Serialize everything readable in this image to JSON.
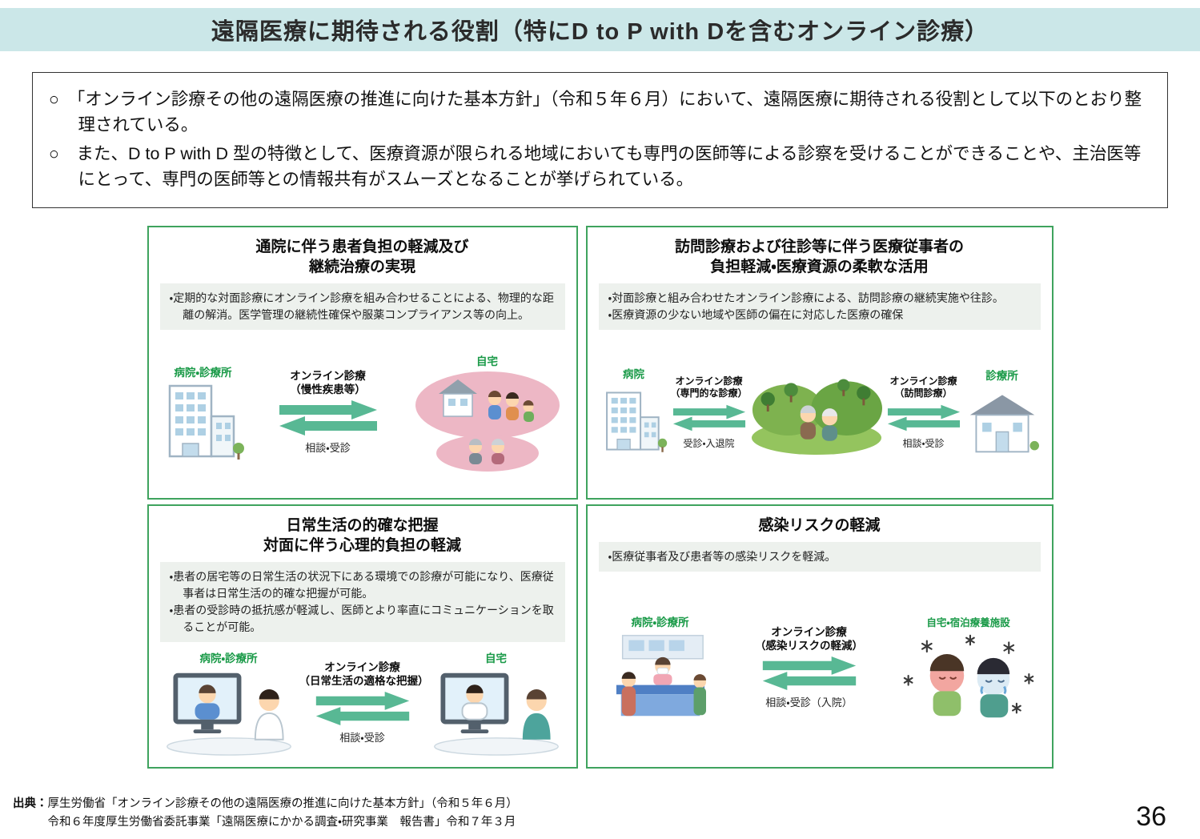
{
  "page": {
    "title": "遠隔医療に期待される役割（特にD to P with Dを含むオンライン診療）",
    "page_number": "36"
  },
  "colors": {
    "header_bg": "#cbe7e8",
    "panel_border": "#3fa35e",
    "label_green": "#1a9a48",
    "arrow_teal": "#58b894"
  },
  "summary_box": {
    "bullets": [
      "○　「オンライン診療その他の遠隔医療の推進に向けた基本方針」（令和５年６月）において、遠隔医療に期待される役割として以下のとおり整理されている。",
      "○　また、D to P with D 型の特徴として、医療資源が限られる地域においても専門の医師等による診察を受けることができることや、主治医等にとって、専門の医師等との情報共有がスムーズとなることが挙げられている。"
    ]
  },
  "panels": [
    {
      "title": "通院に伴う患者負担の軽減及び\n継続治療の実現",
      "bullets": [
        "・定期的な対面診療にオンライン診療を組み合わせることによる、物理的な距離の解消。医学管理の継続性確保や服薬コンプライアンス等の向上。"
      ],
      "left_label": "病院・診療所",
      "arrow_top_label": "オンライン診療\n（慢性疾患等）",
      "arrow_bottom_label": "相談・受診",
      "right_label": "自宅"
    },
    {
      "title": "訪問診療および往診等に伴う医療従事者の\n負担軽減・医療資源の柔軟な活用",
      "bullets": [
        "・対面診療と組み合わせたオンライン診療による、訪問診療の継続実施や往診。",
        "・医療資源の少ない地域や医師の偏在に対応した医療の確保"
      ],
      "left_label": "病院",
      "arrow1_top_label": "オンライン診療\n（専門的な診療）",
      "arrow1_bottom_label": "受診・入退院",
      "arrow2_top_label": "オンライン診療\n（訪問診療）",
      "arrow2_bottom_label": "相談・受診",
      "right_label": "診療所"
    },
    {
      "title": "日常生活の的確な把握\n対面に伴う心理的負担の軽減",
      "bullets": [
        "・患者の居宅等の日常生活の状況下にある環境での診療が可能になり、医療従事者は日常生活の的確な把握が可能。",
        "・患者の受診時の抵抗感が軽減し、医師とより率直にコミュニケーションを取ることが可能。"
      ],
      "left_label": "病院・診療所",
      "arrow_top_label": "オンライン診療\n（日常生活の適格な把握）",
      "arrow_bottom_label": "相談・受診",
      "right_label": "自宅"
    },
    {
      "title": "感染リスクの軽減",
      "bullets": [
        "・医療従事者及び患者等の感染リスクを軽減。"
      ],
      "left_label": "病院・診療所",
      "arrow_top_label": "オンライン診療\n（感染リスクの軽減）",
      "arrow_bottom_label": "相談・受診（入院）",
      "right_label": "自宅・宿泊療養施設"
    }
  ],
  "footer": {
    "source_label": "出典：",
    "lines": [
      "厚生労働省「オンライン診療その他の遠隔医療の推進に向けた基本方針」（令和５年６月）",
      "令和６年度厚生労働省委託事業「遠隔医療にかかる調査・研究事業　報告書」令和７年３月"
    ]
  }
}
